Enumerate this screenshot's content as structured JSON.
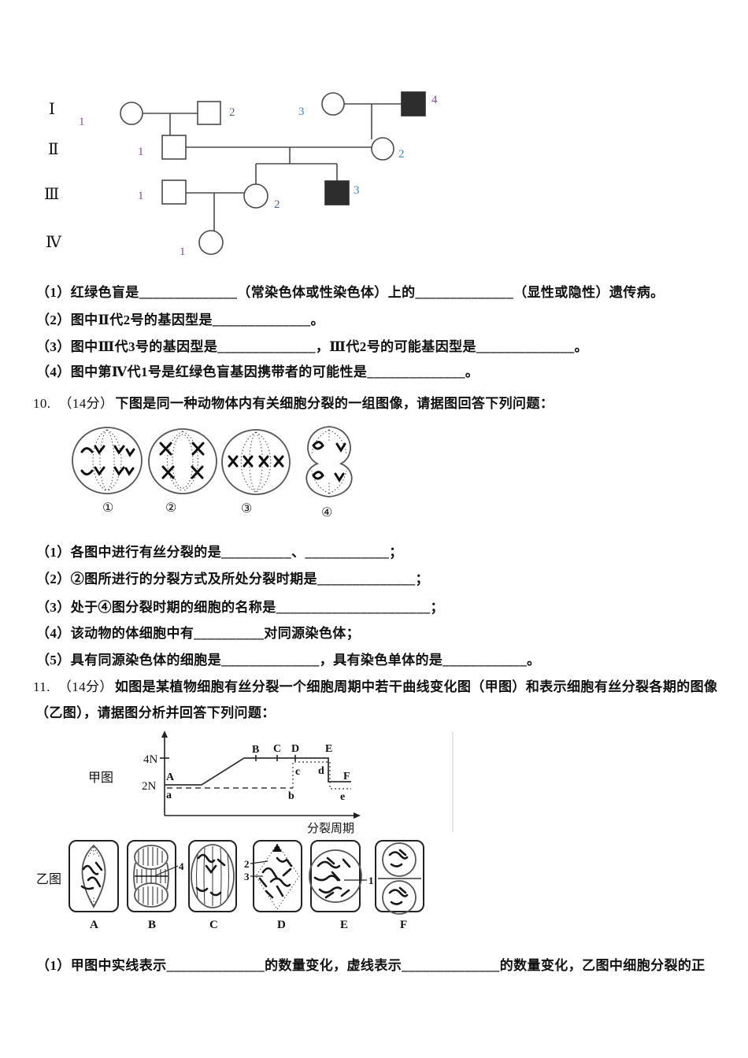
{
  "colors": {
    "text": "#111111",
    "pedigree_line": "#4a4a4a",
    "filled_symbol": "#2d2d2d",
    "number_purple": "#8d4a9e",
    "number_slate": "#55627f",
    "number_blue": "#3f87c5",
    "faint_border": "#cccccc",
    "background": "#ffffff"
  },
  "pedigree": {
    "gen_labels": [
      "Ⅰ",
      "Ⅱ",
      "Ⅲ",
      "Ⅳ"
    ],
    "numbers": {
      "I1": "1",
      "I2": "2",
      "I3": "3",
      "I4": "4",
      "II1": "1",
      "II2": "2",
      "III1": "1",
      "III2": "2",
      "III3": "3",
      "IV1": "1"
    }
  },
  "q9": {
    "items": [
      "（1）红绿色盲是______________（常染色体或性染色体）上的______________（显性或隐性）遗传病。",
      "（2）图中Ⅱ代2号的基因型是______________。",
      "（3）图中Ⅲ代3号的基因型是______________，Ⅲ代2号的可能基因型是______________。",
      "（4）图中第Ⅳ代1号是红绿色盲基因携带者的可能性是______________。"
    ]
  },
  "q10": {
    "num": "10.",
    "score": "（14分）",
    "title": "下图是同一种动物体内有关细胞分裂的一组图像，请据图回答下列问题：",
    "cell_labels": [
      "①",
      "②",
      "③",
      "④"
    ],
    "items": [
      "（1）各图中进行有丝分裂的是__________、____________；",
      "（2）②图所进行的分裂方式及所处分裂时期是______________；",
      "（3）处于④图分裂时期的细胞的名称是______________________；",
      "（4）该动物的体细胞中有__________对同源染色体；",
      "（5）具有同源染色体的细胞是______________，具有染色单体的是____________。"
    ]
  },
  "q11": {
    "num": "11.",
    "score": "（14分）",
    "title": "如图是某植物细胞有丝分裂一个细胞周期中若干曲线变化图（甲图）和表示细胞有丝分裂各期的图像",
    "title2": "（乙图），请据图分析并回答下列问题：",
    "item1": "（1）甲图中实线表示______________的数量变化，虚线表示______________的数量变化，乙图中细胞分裂的正"
  },
  "jiatu": {
    "label": "甲图",
    "xlabel": "分裂周期",
    "tick_4n": "4N",
    "tick_2n": "2N",
    "pts": {
      "A": "A",
      "B": "B",
      "C": "C",
      "D": "D",
      "E": "E",
      "F": "F",
      "a": "a",
      "b": "b",
      "c": "c",
      "d": "d",
      "e": "e"
    }
  },
  "yitu": {
    "label": "乙图",
    "letters": [
      "A",
      "B",
      "C",
      "D",
      "E",
      "F"
    ],
    "callouts": {
      "c1": "1",
      "c2": "2",
      "c3": "3",
      "c4": "4"
    }
  },
  "chart_data": {
    "type": "line",
    "title": "甲图",
    "xlabel": "分裂周期",
    "ylabel": "",
    "y_ticks": [
      "2N",
      "4N"
    ],
    "legend_position": "none",
    "grid": false,
    "series": [
      {
        "name": "实线",
        "style": "solid",
        "point_labels": [
          "A",
          "B",
          "C",
          "D",
          "E",
          "F"
        ],
        "piecewise": [
          {
            "x": 0.0,
            "y": "2N"
          },
          {
            "x": 0.19,
            "y": "2N"
          },
          {
            "x": 0.41,
            "y": "4N"
          },
          {
            "x": 0.84,
            "y": "4N"
          },
          {
            "x": 0.84,
            "y": "2N"
          },
          {
            "x": 0.95,
            "y": "2N"
          }
        ]
      },
      {
        "name": "虚线",
        "style": "dashed",
        "point_labels": [
          "a",
          "b",
          "c",
          "d",
          "e"
        ],
        "piecewise": [
          {
            "x": 0.01,
            "y": "2N"
          },
          {
            "x": 0.655,
            "y": "2N"
          },
          {
            "x": 0.655,
            "y": "4N"
          },
          {
            "x": 0.845,
            "y": "4N"
          },
          {
            "x": 0.845,
            "y": "2N"
          },
          {
            "x": 0.95,
            "y": "2N"
          }
        ]
      }
    ]
  }
}
